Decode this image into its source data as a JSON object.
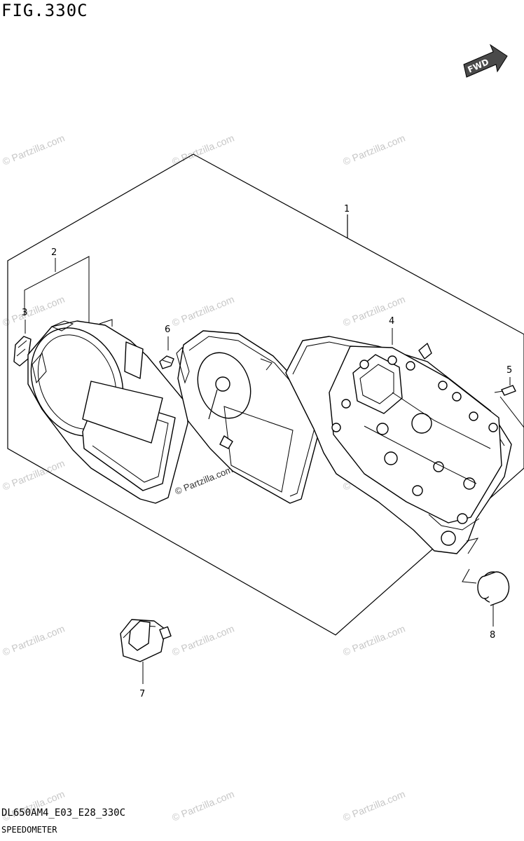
{
  "figure_label": "FIG.330C",
  "footer": {
    "code": "DL650AM4_E03_E28_330C",
    "name": "SPEEDOMETER"
  },
  "fwd_label": "FWD",
  "watermark": "© Partzilla.com",
  "callouts": {
    "p1": "1",
    "p2": "2",
    "p3": "3",
    "p4": "4",
    "p5": "5",
    "p6": "6",
    "p7": "7",
    "p8": "8"
  }
}
